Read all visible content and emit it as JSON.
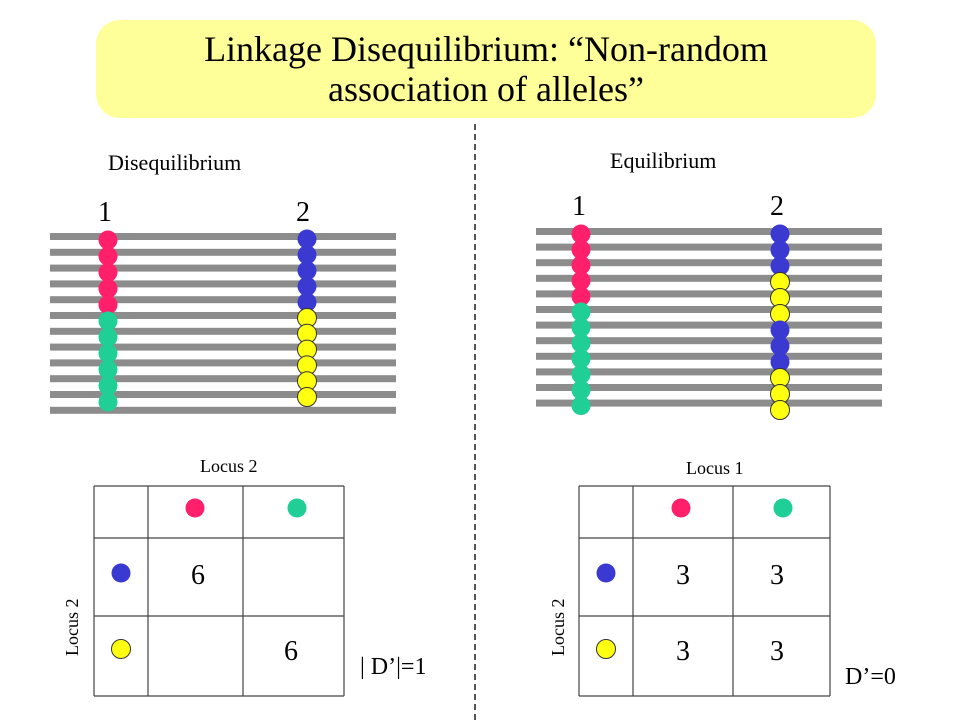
{
  "title": {
    "line1": "Linkage Disequilibrium: “Non-random",
    "line2": "association of alleles”"
  },
  "left_panel": {
    "label": "Disequilibrium",
    "locus_labels": [
      "1",
      "2"
    ],
    "locus1_colors": [
      "red",
      "red",
      "red",
      "red",
      "red",
      "green",
      "green",
      "green",
      "green",
      "green",
      "green"
    ],
    "locus2_colors": [
      "blue",
      "blue",
      "blue",
      "blue",
      "blue",
      "yellow",
      "yellow",
      "yellow",
      "yellow",
      "yellow",
      "yellow"
    ],
    "table": {
      "top_label": "Locus 2",
      "side_label": "Locus 2",
      "cells": [
        [
          "6",
          ""
        ],
        [
          "",
          "6"
        ]
      ]
    },
    "stat": "| D’|=1"
  },
  "right_panel": {
    "label": "Equilibrium",
    "locus_labels": [
      "1",
      "2"
    ],
    "locus1_colors": [
      "red",
      "red",
      "red",
      "red",
      "red",
      "green",
      "green",
      "green",
      "green",
      "green",
      "green",
      "green"
    ],
    "locus2_colors": [
      "blue",
      "blue",
      "blue",
      "yellow",
      "yellow",
      "yellow",
      "blue",
      "blue",
      "blue",
      "yellow",
      "yellow",
      "yellow"
    ],
    "table": {
      "top_label": "Locus 1",
      "side_label": "Locus 2",
      "cells": [
        [
          "3",
          "3"
        ],
        [
          "3",
          "3"
        ]
      ]
    },
    "stat": "D’=0"
  },
  "colors": {
    "red": "#ff1f6a",
    "green": "#1fcf96",
    "blue": "#3a3ad2",
    "yellow": "#ffff10",
    "chromosome": "#8c8c8c",
    "title_bg": "#ffff99"
  }
}
